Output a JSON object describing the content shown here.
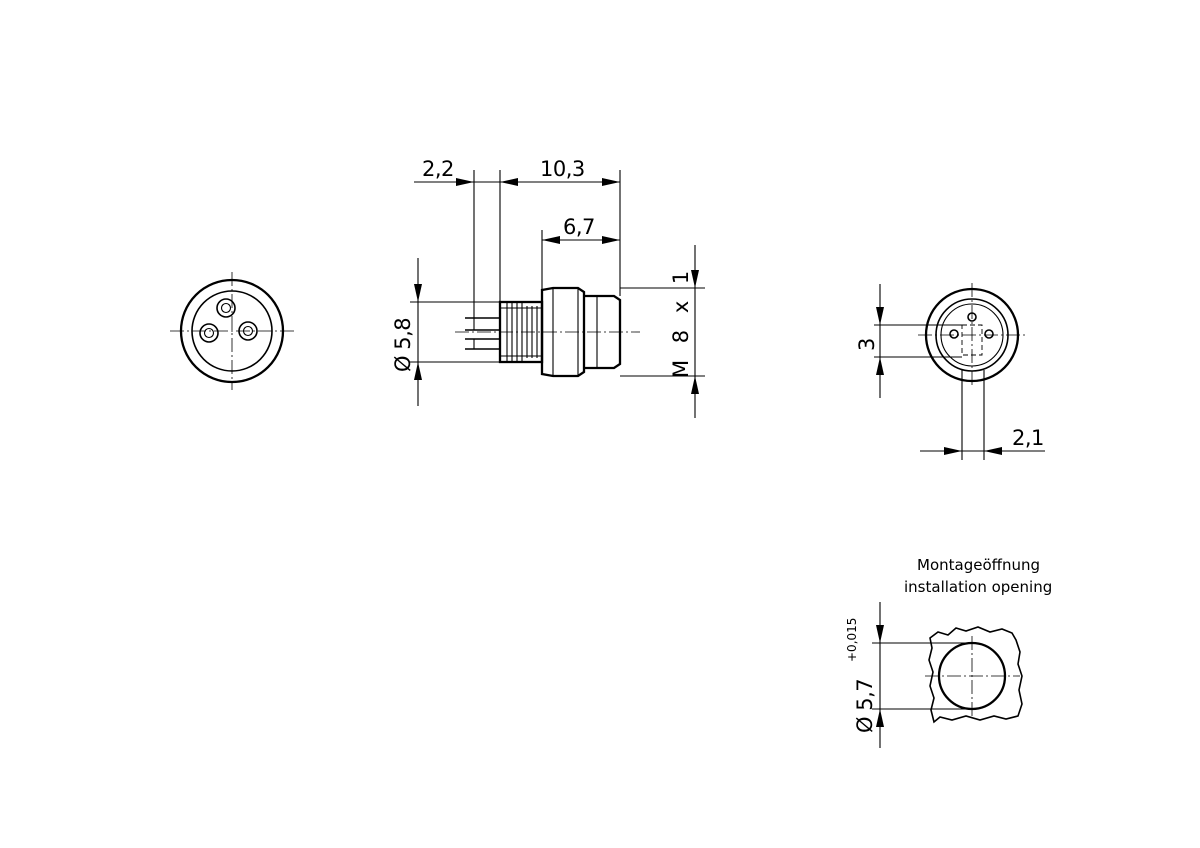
{
  "dimensions": {
    "flange_offset": "2,2",
    "overall_length": "10,3",
    "thread_length": "6,7",
    "body_diameter": "Ø 5,8",
    "thread_spec": "M 8 x 1",
    "contact_spacing": "3",
    "contact_offset": "2,1",
    "opening_diameter": "Ø 5,7",
    "opening_tolerance": "+0,015"
  },
  "labels": {
    "mounting_opening_de": "Montageöffnung",
    "mounting_opening_en": "installation opening"
  }
}
